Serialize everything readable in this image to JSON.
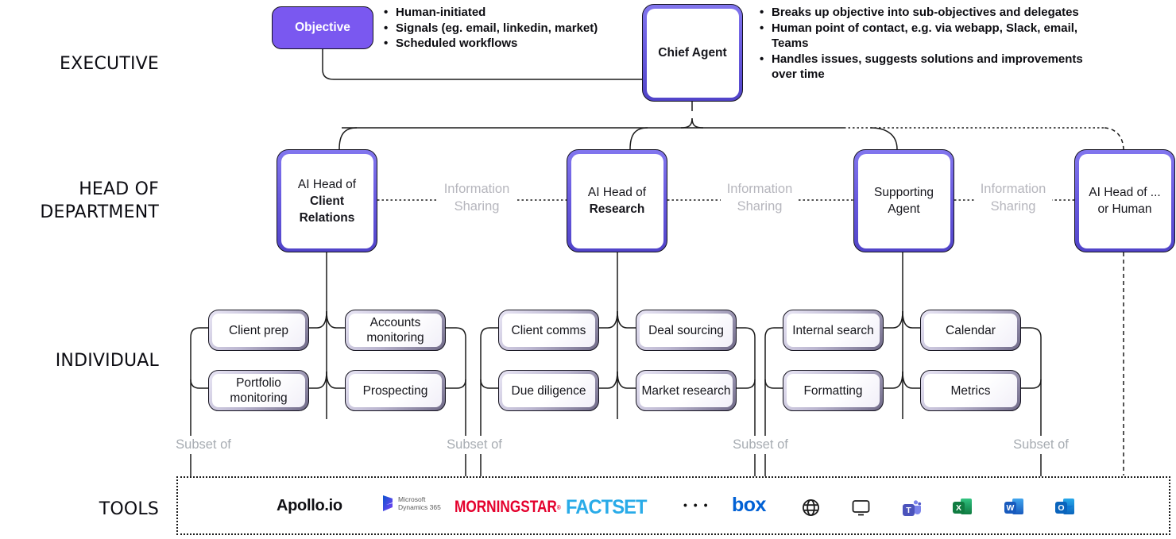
{
  "sections": {
    "executive": "EXECUTIVE",
    "hod_line1": "HEAD OF",
    "hod_line2": "DEPARTMENT",
    "individual": "INDIVIDUAL",
    "tools": "TOOLS"
  },
  "objective": {
    "label": "Objective",
    "bullets": [
      "Human-initiated",
      "Signals (eg. email, linkedin, market)",
      "Scheduled workflows"
    ]
  },
  "chief_agent": {
    "label": "Chief Agent",
    "bullets": [
      "Breaks up objective into sub-objectives and delegates",
      "Human point of contact, e.g. via webapp, Slack, email, Teams",
      "Handles issues, suggests solutions and improvements over time"
    ]
  },
  "departments": [
    {
      "line1": "AI Head of",
      "line2": "Client Relations"
    },
    {
      "line1": "AI Head of",
      "line2": "Research"
    },
    {
      "line1": "Supporting",
      "line2": "Agent"
    },
    {
      "line1": "AI Head of ...",
      "line2": "or Human"
    }
  ],
  "info_sharing": {
    "line1": "Information",
    "line2": "Sharing"
  },
  "individual": {
    "row1": [
      "Client prep",
      "Accounts monitoring",
      "Client comms",
      "Deal sourcing",
      "Internal search",
      "Calendar"
    ],
    "row2": [
      "Portfolio monitoring",
      "Prospecting",
      "Due diligence",
      "Market research",
      "Formatting",
      "Metrics"
    ]
  },
  "subset_label": "Subset of",
  "tools_panel": {
    "apollo": "Apollo.io",
    "microsoft_line1": "Microsoft",
    "microsoft_line2": "Dynamics 365",
    "morningstar": "MORNINGSTAR",
    "morningstar_reg": "®",
    "factset": "FACTSET",
    "ellipsis": "• • •",
    "box": "box",
    "teams_letter": "T",
    "excel_letter": "X",
    "word_letter": "W",
    "outlook_letter": "O"
  },
  "colors": {
    "accent_purple": "#7a58f0",
    "node_border_purple": "#5144c9",
    "morningstar_red": "#e4012d",
    "factset_blue": "#29abe8",
    "box_blue": "#0161d5",
    "dynamics_blue": "#0b53ce",
    "teams_purple": "#4b53bc",
    "excel_green": "#107c41",
    "word_blue": "#185abd",
    "outlook_blue": "#0a64bc"
  }
}
